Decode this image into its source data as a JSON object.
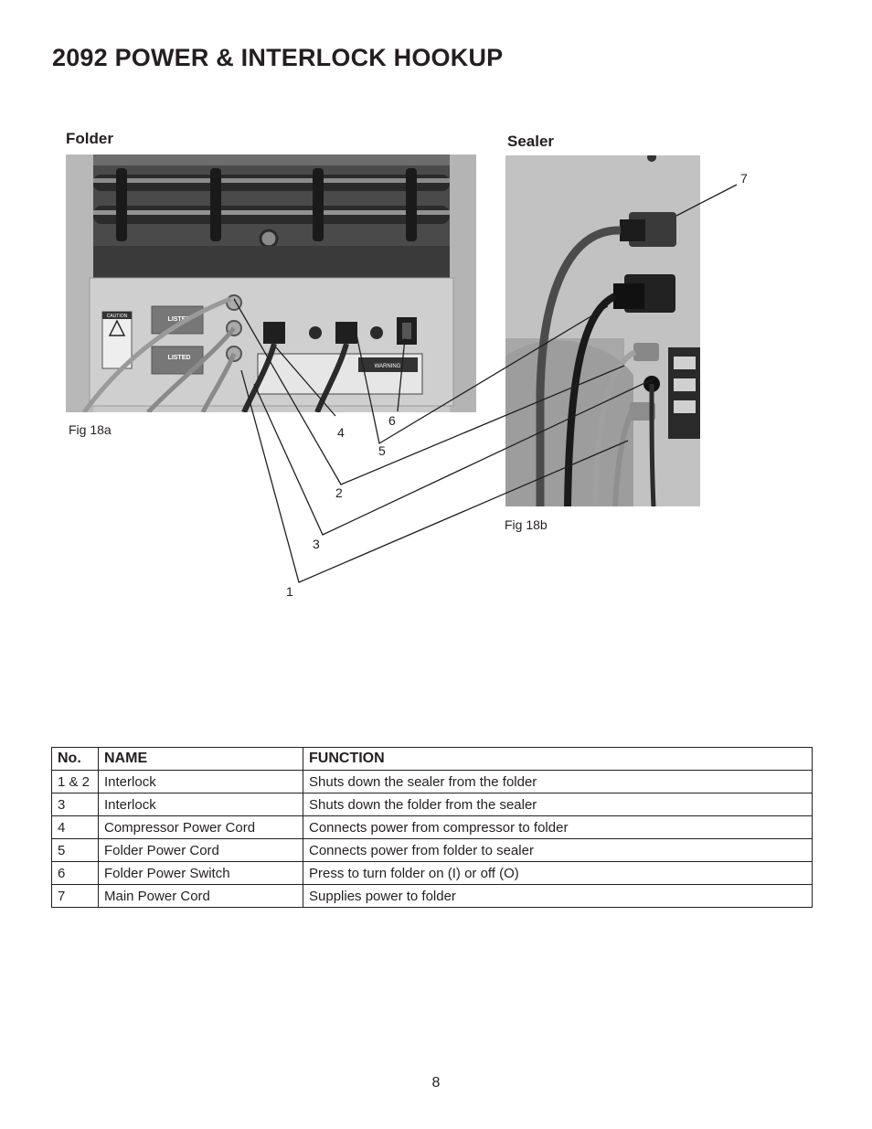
{
  "title": "2092 POWER & INTERLOCK HOOKUP",
  "figures": {
    "folder": {
      "label": "Folder",
      "caption": "Fig 18a",
      "panel_text": {
        "listed_1": "LISTED",
        "listed_2": "LISTED",
        "caution": "CAUTION",
        "warning": "WARNING"
      }
    },
    "sealer": {
      "label": "Sealer",
      "caption": "Fig 18b"
    }
  },
  "callouts": [
    "1",
    "2",
    "3",
    "4",
    "5",
    "6",
    "7"
  ],
  "table": {
    "headers": [
      "No.",
      "NAME",
      "FUNCTION"
    ],
    "rows": [
      [
        "1 & 2",
        "Interlock",
        "Shuts down the sealer from the folder"
      ],
      [
        "3",
        "Interlock",
        "Shuts down the folder from the sealer"
      ],
      [
        "4",
        "Compressor Power Cord",
        "Connects power from compressor to folder"
      ],
      [
        "5",
        "Folder Power Cord",
        "Connects power from folder to sealer"
      ],
      [
        "6",
        "Folder Power Switch",
        "Press to turn folder on (I) or off (O)"
      ],
      [
        "7",
        "Main Power Cord",
        "Supplies power to folder"
      ]
    ]
  },
  "page_number": "8"
}
